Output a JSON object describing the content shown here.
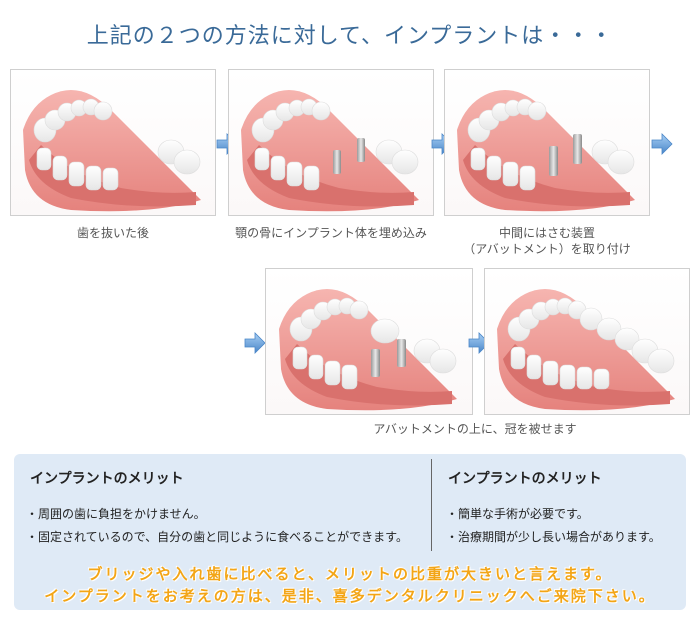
{
  "title": "上記の２つの方法に対して、インプラントは・・・",
  "steps": [
    {
      "caption": "歯を抜いた後"
    },
    {
      "caption": "顎の骨にインプラント体を埋め込み"
    },
    {
      "caption_line1": "中間にはさむ装置",
      "caption_line2": "（アバットメント）を取り付け"
    },
    {
      "caption": "アバットメントの上に、冠を被せます"
    }
  ],
  "panel_left": {
    "heading": "インプラントのメリット",
    "items": [
      "・周囲の歯に負担をかけません。",
      "・固定されているので、自分の歯と同じように食べることができます。"
    ]
  },
  "panel_right": {
    "heading": "インプラントのメリット",
    "items": [
      "・簡単な手術が必要です。",
      "・治療期間が少し長い場合があります。"
    ]
  },
  "promo": {
    "line1": "ブリッジや入れ歯に比べると、メリットの比重が大きいと言えます。",
    "line2": "インプラントをお考えの方は、是非、喜多デンタルクリニックへご来院下さい。"
  },
  "colors": {
    "title": "#3a6a98",
    "panel": "#dfeaf6",
    "promo": "#f3a516",
    "gum": "#ee9a96",
    "arrow": "#5c97d4"
  },
  "icons": [
    "arrow-right-icon"
  ]
}
